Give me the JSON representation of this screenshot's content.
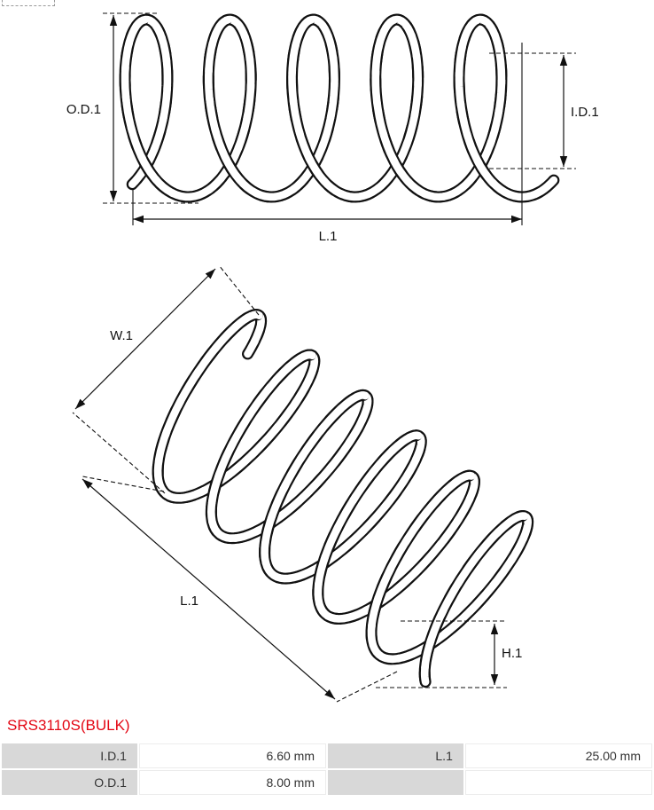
{
  "part_number": "SRS3110S(BULK)",
  "colors": {
    "part_number_red": "#e30613",
    "line_color": "#111111",
    "table_label_bg": "#d8d8d8",
    "table_value_border": "#ececec"
  },
  "diagram": {
    "side_view_labels": {
      "outer_diameter": "O.D.1",
      "inner_diameter": "I.D.1",
      "length": "L.1"
    },
    "iso_view_labels": {
      "width": "W.1",
      "length": "L.1",
      "height": "H.1"
    }
  },
  "specs": {
    "rows": [
      {
        "col1_label": "I.D.1",
        "col1_value": "6.60 mm",
        "col2_label": "L.1",
        "col2_value": "25.00 mm"
      },
      {
        "col1_label": "O.D.1",
        "col1_value": "8.00 mm",
        "col2_label": "",
        "col2_value": ""
      }
    ]
  }
}
